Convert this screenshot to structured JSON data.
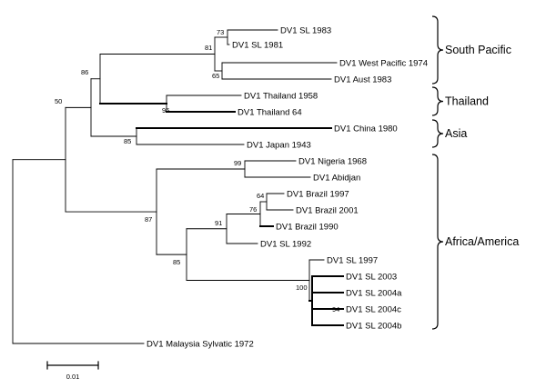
{
  "taxa": [
    {
      "id": "sl1983",
      "label": "DV1 SL 1983"
    },
    {
      "id": "sl1981",
      "label": "DV1 SL 1981"
    },
    {
      "id": "wp1974",
      "label": "DV1 West Pacific 1974"
    },
    {
      "id": "aus1983",
      "label": "DV1 Aust 1983"
    },
    {
      "id": "th1958",
      "label": "DV1 Thailand 1958"
    },
    {
      "id": "th64",
      "label": "DV1 Thailand 64"
    },
    {
      "id": "ch1980",
      "label": "DV1 China 1980"
    },
    {
      "id": "jp1943",
      "label": "DV1 Japan 1943"
    },
    {
      "id": "ng1968",
      "label": "DV1 Nigeria 1968"
    },
    {
      "id": "abid",
      "label": "DV1 Abidjan"
    },
    {
      "id": "br1997",
      "label": "DV1 Brazil 1997"
    },
    {
      "id": "br2001",
      "label": "DV1 Brazil 2001"
    },
    {
      "id": "br1990",
      "label": "DV1 Brazil 1990"
    },
    {
      "id": "sl1992",
      "label": "DV1 SL 1992"
    },
    {
      "id": "sl1997",
      "label": "DV1 SL 1997"
    },
    {
      "id": "sl2003",
      "label": "DV1 SL 2003"
    },
    {
      "id": "sl2004a",
      "label": "DV1 SL 2004a"
    },
    {
      "id": "sl2004c",
      "label": "DV1 SL 2004c"
    },
    {
      "id": "sl2004b",
      "label": "DV1 SL 2004b"
    },
    {
      "id": "mys1972",
      "label": "DV1 Malaysia Sylvatic 1972"
    }
  ],
  "bootstrap": [
    {
      "id": "b73",
      "value": "73"
    },
    {
      "id": "b81",
      "value": "81"
    },
    {
      "id": "b65",
      "value": "65"
    },
    {
      "id": "b86",
      "value": "86"
    },
    {
      "id": "b50",
      "value": "50"
    },
    {
      "id": "b96",
      "value": "96"
    },
    {
      "id": "b85",
      "value": "85"
    },
    {
      "id": "b99",
      "value": "99"
    },
    {
      "id": "b64",
      "value": "64"
    },
    {
      "id": "b76",
      "value": "76"
    },
    {
      "id": "b91",
      "value": "91"
    },
    {
      "id": "b87",
      "value": "87"
    },
    {
      "id": "b85b",
      "value": "85"
    },
    {
      "id": "b100",
      "value": "100"
    },
    {
      "id": "b94",
      "value": "94"
    }
  ],
  "clades": [
    {
      "id": "south-pacific",
      "label": "South Pacific"
    },
    {
      "id": "thailand",
      "label": "Thailand"
    },
    {
      "id": "asia",
      "label": "Asia"
    },
    {
      "id": "africa-america",
      "label": "Africa/America"
    }
  ],
  "scale_bar": {
    "label": "0.01"
  }
}
